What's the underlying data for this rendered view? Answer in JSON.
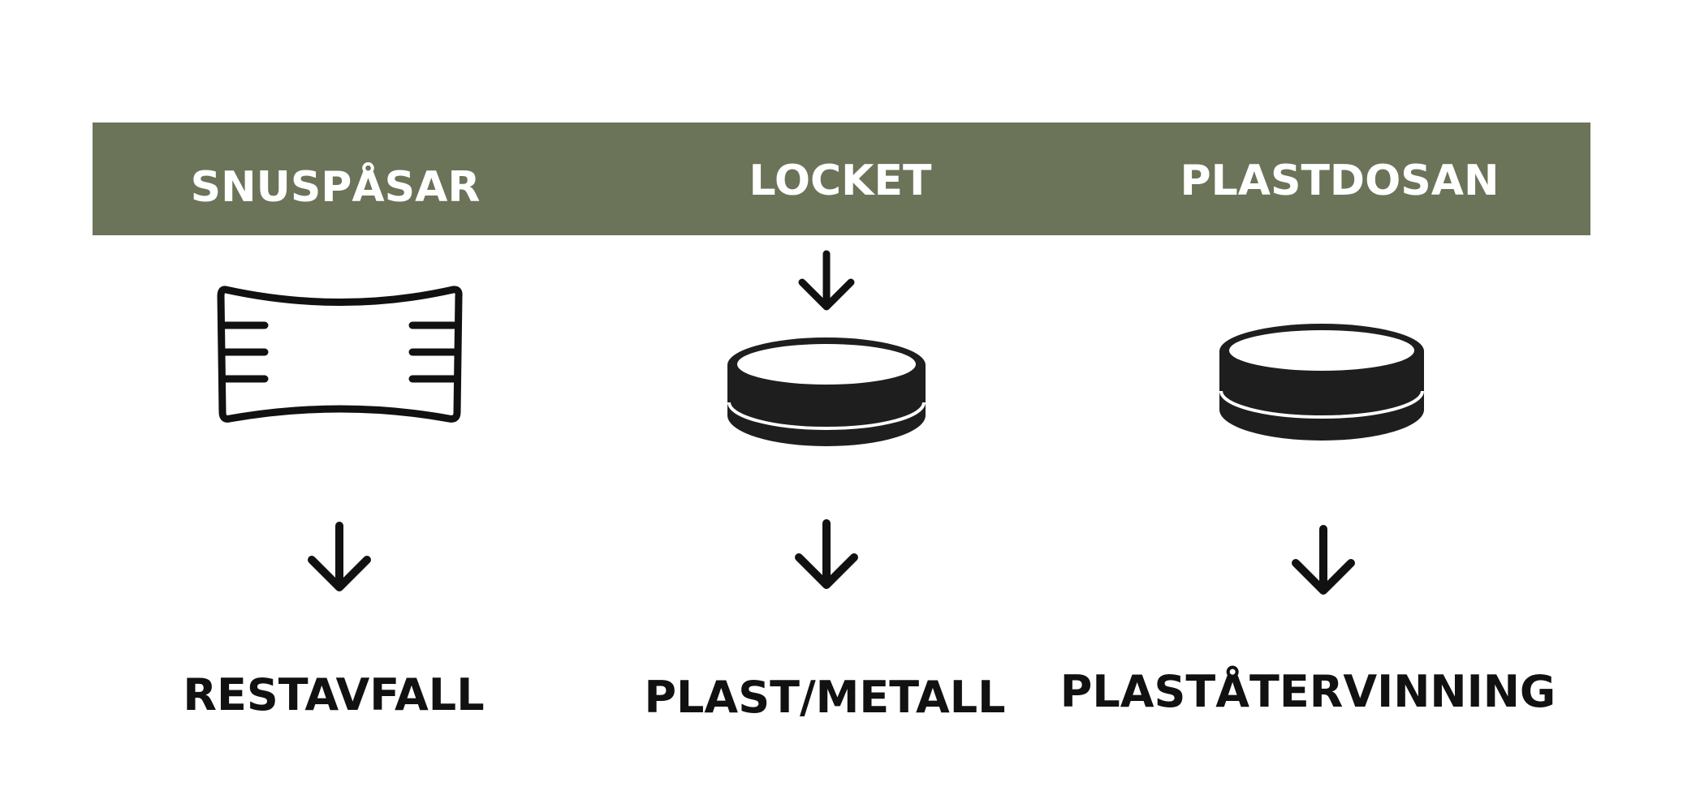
{
  "colors": {
    "header_band": "#6b7459",
    "header_text": "#ffffff",
    "ink": "#111111",
    "tin_body": "#1e1e1e"
  },
  "columns": [
    {
      "header": "SNUSPÅSAR",
      "icon": "snus-pouch-icon",
      "destination": "RESTAVFALL"
    },
    {
      "header": "LOCKET",
      "icon": "snus-lid-icon",
      "destination": "PLAST/METALL"
    },
    {
      "header": "PLASTDOSAN",
      "icon": "snus-tin-icon",
      "destination": "PLASTÅTERVINNING"
    }
  ]
}
